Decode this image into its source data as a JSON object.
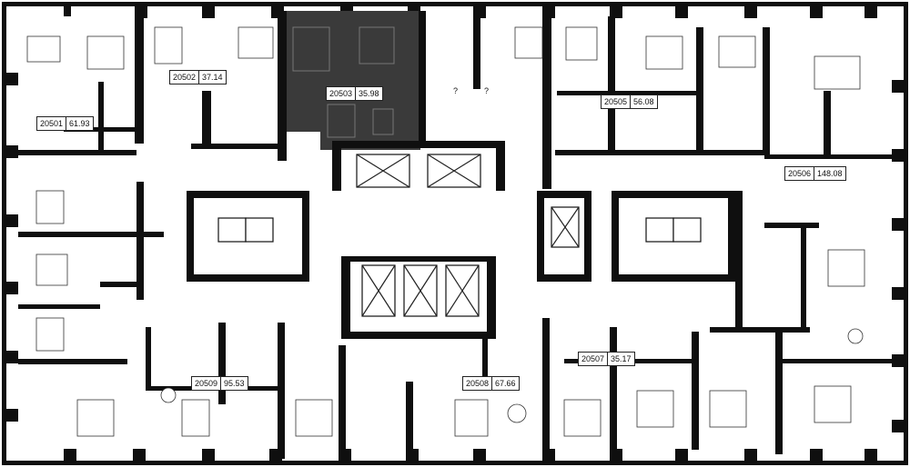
{
  "plan": {
    "highlight_color": "#3a3a3a",
    "apartments": [
      {
        "id": "20501",
        "area": "61.93"
      },
      {
        "id": "20502",
        "area": "37.14"
      },
      {
        "id": "20503",
        "area": "35.98",
        "highlighted": true
      },
      {
        "id": "20505",
        "area": "56.08"
      },
      {
        "id": "20506",
        "area": "148.08"
      },
      {
        "id": "20507",
        "area": "35.17"
      },
      {
        "id": "20508",
        "area": "67.66"
      },
      {
        "id": "20509",
        "area": "95.53"
      }
    ],
    "unknown_marks": [
      "?",
      "?"
    ]
  }
}
